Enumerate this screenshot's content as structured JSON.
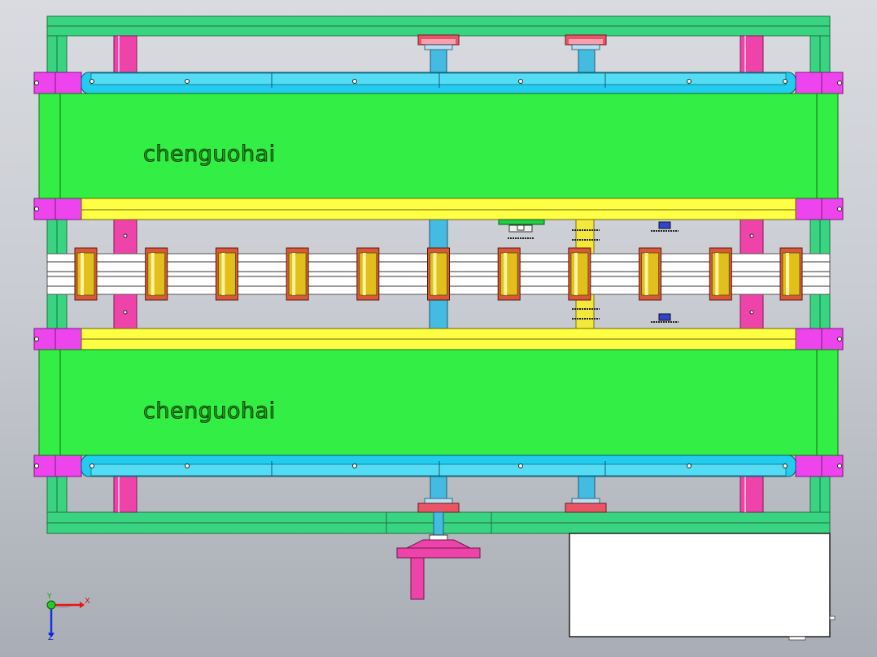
{
  "watermarks": [
    "chenguohai",
    "chenguohai"
  ],
  "axes": {
    "x": "X",
    "y": "Y",
    "z": "Z"
  },
  "colors": {
    "background": "#cdd0d6",
    "frame": "#39d482",
    "frame_stroke": "#1f6f3f",
    "belt": "#33ee44",
    "belt_stroke": "#146e14",
    "pink_post": "#ee44aa",
    "cyan_rail": "#22ccee",
    "yellow_rail": "#ffff44",
    "gold_roller": "#e2c01c",
    "copper_end": "#d9583a",
    "white_panel": "#ffffff"
  },
  "rollers": {
    "count": 11
  },
  "icons": [
    "triad-icon",
    "handwheel-icon",
    "bearing-icon",
    "sprocket-icon"
  ]
}
